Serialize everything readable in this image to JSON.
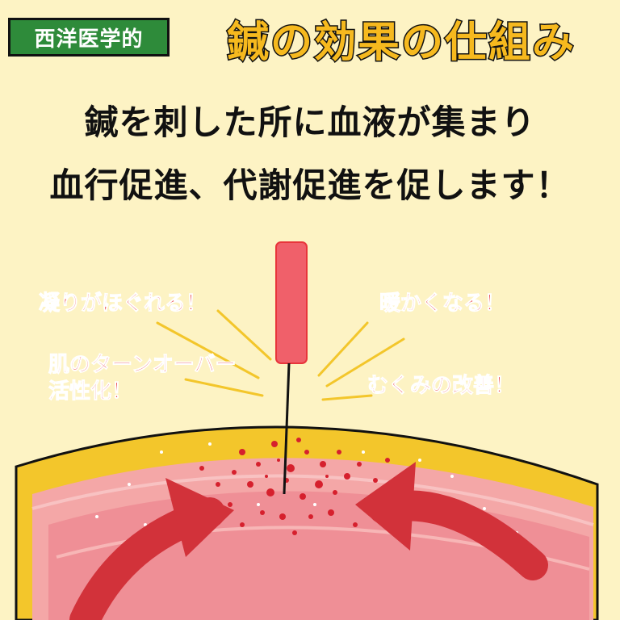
{
  "badge_text": "西洋医学的",
  "title": "鍼の効果の仕組み",
  "lead_line1": "鍼を刺した所に血液が集まり",
  "lead_line2": "血行促進、代謝促進を促します！",
  "effects": {
    "top_left": "凝りがほぐれる！",
    "top_right": "暖かくなる！",
    "bottom_left_line1": "肌のターンオーバー",
    "bottom_left_line2": "活性化！",
    "bottom_right": "むくみの改善！"
  },
  "colors": {
    "background": "#fdf3c4",
    "badge_green": "#2e8b3a",
    "title_yellow": "#f6b91e",
    "effect_red": "#e8353b",
    "skin_yellow": "#f3c62b",
    "tissue_pink": "#f4a7a7",
    "arrow_red": "#d2323a"
  }
}
